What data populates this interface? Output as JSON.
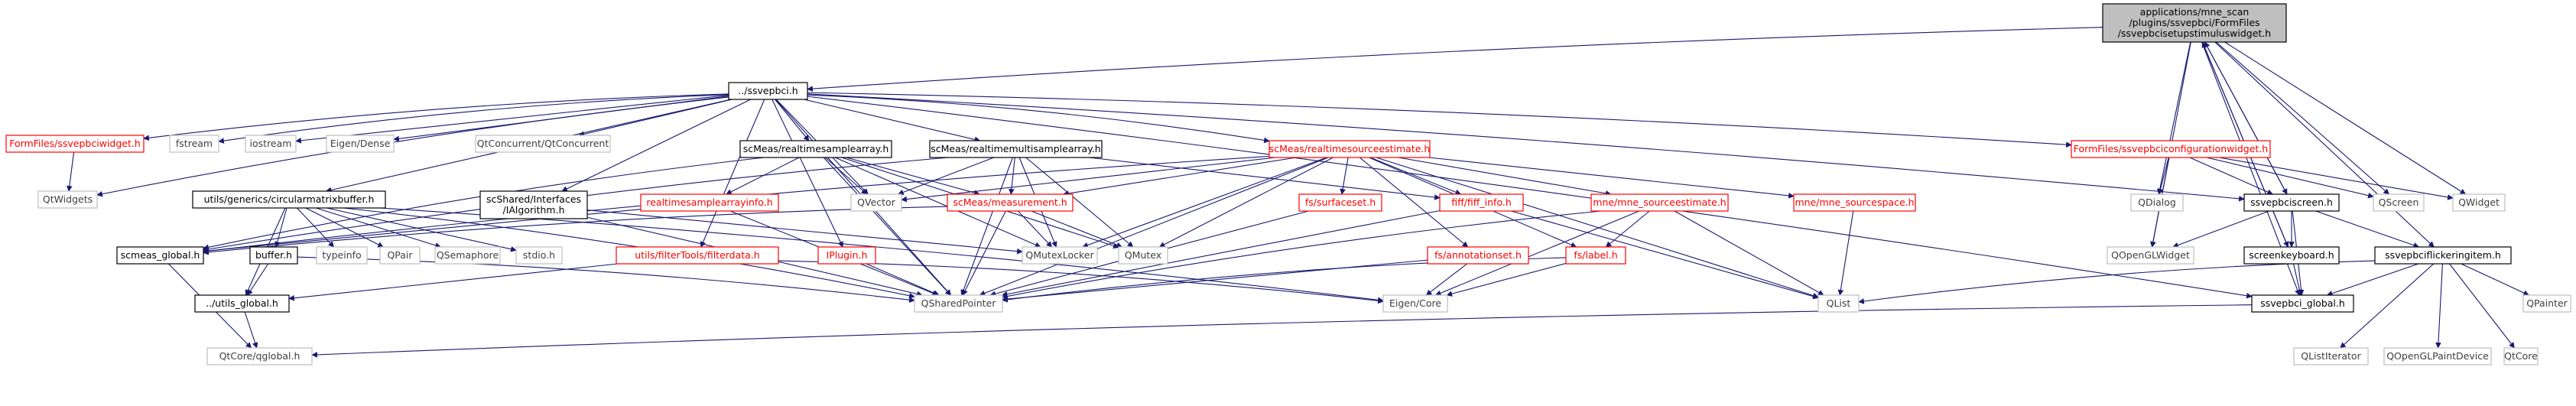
{
  "colors": {
    "edge": "#191970",
    "red_border": "#ff0000",
    "gray_border": "#bfbfbf",
    "black_border": "#000000",
    "root_fill": "#bfbfbf"
  },
  "nodes": [
    {
      "id": "root",
      "lines": [
        "applications/mne_scan",
        "/plugins/ssvepbci/FormFiles",
        "/ssvepbcisetupstimuluswidget.h"
      ],
      "style": "root"
    },
    {
      "id": "ssvepbci_h",
      "lines": [
        "../ssvepbci.h"
      ],
      "style": "black"
    },
    {
      "id": "formfiles_widget",
      "lines": [
        "FormFiles/ssvepbciwidget.h"
      ],
      "style": "red"
    },
    {
      "id": "fstream",
      "lines": [
        "fstream"
      ],
      "style": "gray"
    },
    {
      "id": "iostream",
      "lines": [
        "iostream"
      ],
      "style": "gray"
    },
    {
      "id": "eigen_dense",
      "lines": [
        "Eigen/Dense"
      ],
      "style": "gray"
    },
    {
      "id": "qtconcurrent",
      "lines": [
        "QtConcurrent/QtConcurrent"
      ],
      "style": "gray"
    },
    {
      "id": "rtsamplearray",
      "lines": [
        "scMeas/realtimesamplearray.h"
      ],
      "style": "black"
    },
    {
      "id": "rtmultisample",
      "lines": [
        "scMeas/realtimemultisamplearray.h"
      ],
      "style": "black"
    },
    {
      "id": "rtsourceestimate",
      "lines": [
        "scMeas/realtimesourceestimate.h"
      ],
      "style": "red"
    },
    {
      "id": "configwidget",
      "lines": [
        "FormFiles/ssvepbciconfigurationwidget.h"
      ],
      "style": "red"
    },
    {
      "id": "qtwidgets",
      "lines": [
        "QtWidgets"
      ],
      "style": "gray"
    },
    {
      "id": "circbuf",
      "lines": [
        "utils/generics/circularmatrixbuffer.h"
      ],
      "style": "black"
    },
    {
      "id": "ialgorithm",
      "lines": [
        "scShared/Interfaces",
        "/IAlgorithm.h"
      ],
      "style": "black"
    },
    {
      "id": "rtsaminfo",
      "lines": [
        "realtimesamplearrayinfo.h"
      ],
      "style": "red"
    },
    {
      "id": "qvector",
      "lines": [
        "QVector"
      ],
      "style": "gray"
    },
    {
      "id": "measurement",
      "lines": [
        "scMeas/measurement.h"
      ],
      "style": "red"
    },
    {
      "id": "surfaceset",
      "lines": [
        "fs/surfaceset.h"
      ],
      "style": "red"
    },
    {
      "id": "fiffinfo",
      "lines": [
        "fiff/fiff_info.h"
      ],
      "style": "red"
    },
    {
      "id": "mnesource",
      "lines": [
        "mne/mne_sourceestimate.h"
      ],
      "style": "red"
    },
    {
      "id": "mnesourcespace",
      "lines": [
        "mne/mne_sourcespace.h"
      ],
      "style": "red"
    },
    {
      "id": "qdialog",
      "lines": [
        "QDialog"
      ],
      "style": "gray"
    },
    {
      "id": "ssvepbciscreen",
      "lines": [
        "ssvepbciscreen.h"
      ],
      "style": "black"
    },
    {
      "id": "qscreen",
      "lines": [
        "QScreen"
      ],
      "style": "gray"
    },
    {
      "id": "qwidget",
      "lines": [
        "QWidget"
      ],
      "style": "gray"
    },
    {
      "id": "scmeasglobal",
      "lines": [
        "scmeas_global.h"
      ],
      "style": "black"
    },
    {
      "id": "bufferh",
      "lines": [
        "buffer.h"
      ],
      "style": "black"
    },
    {
      "id": "typeinfo",
      "lines": [
        "typeinfo"
      ],
      "style": "gray"
    },
    {
      "id": "qpair",
      "lines": [
        "QPair"
      ],
      "style": "gray"
    },
    {
      "id": "qsemaphore",
      "lines": [
        "QSemaphore"
      ],
      "style": "gray"
    },
    {
      "id": "stdioh",
      "lines": [
        "stdio.h"
      ],
      "style": "gray"
    },
    {
      "id": "filterdata",
      "lines": [
        "utils/filterTools/filterdata.h"
      ],
      "style": "red"
    },
    {
      "id": "iplugin",
      "lines": [
        "IPlugin.h"
      ],
      "style": "red"
    },
    {
      "id": "qmutexlocker",
      "lines": [
        "QMutexLocker"
      ],
      "style": "gray"
    },
    {
      "id": "qmutex",
      "lines": [
        "QMutex"
      ],
      "style": "gray"
    },
    {
      "id": "annotationset",
      "lines": [
        "fs/annotationset.h"
      ],
      "style": "red"
    },
    {
      "id": "fslabel",
      "lines": [
        "fs/label.h"
      ],
      "style": "red"
    },
    {
      "id": "qopenglwidget",
      "lines": [
        "QOpenGLWidget"
      ],
      "style": "gray"
    },
    {
      "id": "screenkeyboard",
      "lines": [
        "screenkeyboard.h"
      ],
      "style": "black"
    },
    {
      "id": "flickeringitem",
      "lines": [
        "ssvepbciflickeringitem.h"
      ],
      "style": "black"
    },
    {
      "id": "utilsglobal",
      "lines": [
        "../utils_global.h"
      ],
      "style": "black"
    },
    {
      "id": "qsharedpointer",
      "lines": [
        "QSharedPointer"
      ],
      "style": "gray"
    },
    {
      "id": "eigencore",
      "lines": [
        "Eigen/Core"
      ],
      "style": "gray"
    },
    {
      "id": "qlist",
      "lines": [
        "QList"
      ],
      "style": "gray"
    },
    {
      "id": "ssvepbciglobal",
      "lines": [
        "ssvepbci_global.h"
      ],
      "style": "black"
    },
    {
      "id": "qlistiterator",
      "lines": [
        "QListIterator"
      ],
      "style": "gray"
    },
    {
      "id": "qopenglpaintdevice",
      "lines": [
        "QOpenGLPaintDevice"
      ],
      "style": "gray"
    },
    {
      "id": "qtcore",
      "lines": [
        "QtCore"
      ],
      "style": "gray"
    },
    {
      "id": "qpainter",
      "lines": [
        "QPainter"
      ],
      "style": "gray"
    },
    {
      "id": "qtcoreglobal",
      "lines": [
        "QtCore/qglobal.h"
      ],
      "style": "gray"
    }
  ],
  "edges": [
    [
      "root",
      "ssvepbci_h"
    ],
    [
      "root",
      "qdialog"
    ],
    [
      "root",
      "ssvepbciscreen"
    ],
    [
      "root",
      "qscreen"
    ],
    [
      "root",
      "qwidget"
    ],
    [
      "root",
      "qopenglwidget"
    ],
    [
      "root",
      "screenkeyboard"
    ],
    [
      "root",
      "flickeringitem"
    ],
    [
      "root",
      "ssvepbciglobal"
    ],
    [
      "ssvepbci_h",
      "formfiles_widget"
    ],
    [
      "ssvepbci_h",
      "fstream"
    ],
    [
      "ssvepbci_h",
      "iostream"
    ],
    [
      "ssvepbci_h",
      "eigen_dense"
    ],
    [
      "ssvepbci_h",
      "qtconcurrent"
    ],
    [
      "ssvepbci_h",
      "rtsamplearray"
    ],
    [
      "ssvepbci_h",
      "rtmultisample"
    ],
    [
      "ssvepbci_h",
      "rtsourceestimate"
    ],
    [
      "ssvepbci_h",
      "configwidget"
    ],
    [
      "ssvepbci_h",
      "qtwidgets"
    ],
    [
      "ssvepbci_h",
      "circbuf"
    ],
    [
      "ssvepbci_h",
      "ialgorithm"
    ],
    [
      "ssvepbci_h",
      "ssvepbciscreen"
    ],
    [
      "ssvepbci_h",
      "ssvepbciglobal"
    ],
    [
      "ssvepbci_h",
      "iplugin"
    ],
    [
      "ssvepbci_h",
      "filterdata"
    ],
    [
      "ssvepbci_h",
      "qsharedpointer"
    ],
    [
      "ssvepbci_h",
      "qvector"
    ],
    [
      "formfiles_widget",
      "qtwidgets"
    ],
    [
      "rtsamplearray",
      "measurement"
    ],
    [
      "rtsamplearray",
      "rtsaminfo"
    ],
    [
      "rtsamplearray",
      "qvector"
    ],
    [
      "rtsamplearray",
      "qsharedpointer"
    ],
    [
      "rtsamplearray",
      "scmeasglobal"
    ],
    [
      "rtsamplearray",
      "qmutex"
    ],
    [
      "rtsamplearray",
      "qmutexlocker"
    ],
    [
      "rtmultisample",
      "measurement"
    ],
    [
      "rtmultisample",
      "fiffinfo"
    ],
    [
      "rtmultisample",
      "qvector"
    ],
    [
      "rtmultisample",
      "qsharedpointer"
    ],
    [
      "rtmultisample",
      "qmutex"
    ],
    [
      "rtmultisample",
      "qmutexlocker"
    ],
    [
      "rtmultisample",
      "scmeasglobal"
    ],
    [
      "rtsourceestimate",
      "measurement"
    ],
    [
      "rtsourceestimate",
      "surfaceset"
    ],
    [
      "rtsourceestimate",
      "fiffinfo"
    ],
    [
      "rtsourceestimate",
      "mnesource"
    ],
    [
      "rtsourceestimate",
      "mnesourcespace"
    ],
    [
      "rtsourceestimate",
      "annotationset"
    ],
    [
      "rtsourceestimate",
      "qvector"
    ],
    [
      "rtsourceestimate",
      "qmutex"
    ],
    [
      "rtsourceestimate",
      "qmutexlocker"
    ],
    [
      "rtsourceestimate",
      "qlist"
    ],
    [
      "rtsourceestimate",
      "qsharedpointer"
    ],
    [
      "rtsourceestimate",
      "scmeasglobal"
    ],
    [
      "rtsourceestimate",
      "fslabel"
    ],
    [
      "configwidget",
      "qdialog"
    ],
    [
      "configwidget",
      "ssvepbciscreen"
    ],
    [
      "configwidget",
      "qopenglwidget"
    ],
    [
      "configwidget",
      "qwidget"
    ],
    [
      "configwidget",
      "qscreen"
    ],
    [
      "circbuf",
      "bufferh"
    ],
    [
      "circbuf",
      "typeinfo"
    ],
    [
      "circbuf",
      "qpair"
    ],
    [
      "circbuf",
      "qsemaphore"
    ],
    [
      "circbuf",
      "stdioh"
    ],
    [
      "circbuf",
      "utilsglobal"
    ],
    [
      "circbuf",
      "qsharedpointer"
    ],
    [
      "circbuf",
      "eigencore"
    ],
    [
      "ialgorithm",
      "qsharedpointer"
    ],
    [
      "ialgorithm",
      "qmutexlocker"
    ],
    [
      "rtsaminfo",
      "qsharedpointer"
    ],
    [
      "rtsaminfo",
      "scmeasglobal"
    ],
    [
      "measurement",
      "qsharedpointer"
    ],
    [
      "measurement",
      "qmutexlocker"
    ],
    [
      "measurement",
      "qmutex"
    ],
    [
      "measurement",
      "scmeasglobal"
    ],
    [
      "surfaceset",
      "qsharedpointer"
    ],
    [
      "fiffinfo",
      "qsharedpointer"
    ],
    [
      "fiffinfo",
      "qlist"
    ],
    [
      "mnesource",
      "fslabel"
    ],
    [
      "mnesource",
      "qsharedpointer"
    ],
    [
      "mnesource",
      "qlist"
    ],
    [
      "mnesource",
      "eigencore"
    ],
    [
      "mnesourcespace",
      "qlist"
    ],
    [
      "ssvepbciscreen",
      "screenkeyboard"
    ],
    [
      "ssvepbciscreen",
      "flickeringitem"
    ],
    [
      "ssvepbciscreen",
      "qopenglwidget"
    ],
    [
      "ssvepbciscreen",
      "ssvepbciglobal"
    ],
    [
      "ssvepbciscreen",
      "root"
    ],
    [
      "screenkeyboard",
      "root"
    ],
    [
      "screenkeyboard",
      "ssvepbciglobal"
    ],
    [
      "bufferh",
      "utilsglobal"
    ],
    [
      "bufferh",
      "qsharedpointer"
    ],
    [
      "filterdata",
      "utilsglobal"
    ],
    [
      "filterdata",
      "eigencore"
    ],
    [
      "iplugin",
      "qsharedpointer"
    ],
    [
      "annotationset",
      "eigencore"
    ],
    [
      "annotationset",
      "qsharedpointer"
    ],
    [
      "fslabel",
      "qsharedpointer"
    ],
    [
      "fslabel",
      "eigencore"
    ],
    [
      "flickeringitem",
      "qlist"
    ],
    [
      "flickeringitem",
      "ssvepbciglobal"
    ],
    [
      "flickeringitem",
      "qlistiterator"
    ],
    [
      "flickeringitem",
      "qopenglpaintdevice"
    ],
    [
      "flickeringitem",
      "qtcore"
    ],
    [
      "flickeringitem",
      "qpainter"
    ],
    [
      "scmeasglobal",
      "qtcoreglobal"
    ],
    [
      "utilsglobal",
      "qtcoreglobal"
    ],
    [
      "ssvepbciglobal",
      "qtcoreglobal"
    ]
  ]
}
